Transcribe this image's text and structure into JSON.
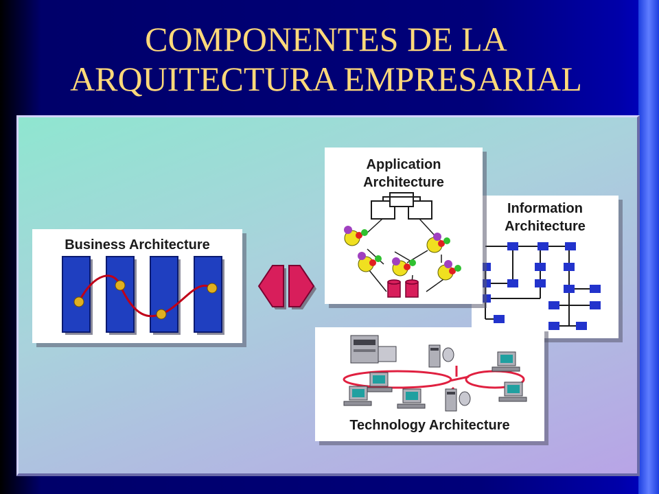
{
  "title": {
    "line1": "COMPONENTES DE LA",
    "line2": "ARQUITECTURA EMPRESARIAL"
  },
  "cards": {
    "business": {
      "label": "Business Architecture"
    },
    "application": {
      "label_line1": "Application",
      "label_line2": "Architecture"
    },
    "information": {
      "label_line1": "Information",
      "label_line2": "Architecture"
    },
    "technology": {
      "label": "Technology Architecture"
    }
  },
  "colors": {
    "title": "#ffd97a",
    "pillar": "#1f3fc0",
    "connector": "#d81e5b",
    "node": "#2233cc",
    "network": "#e02040"
  },
  "icons": [
    "bidirectional-arrow-icon",
    "server-icon",
    "workstation-icon",
    "database-icon"
  ]
}
